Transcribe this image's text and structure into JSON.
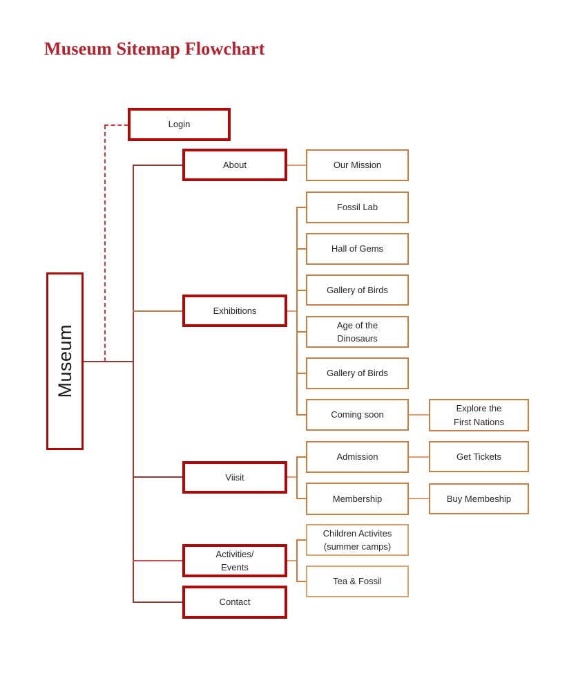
{
  "title": "Museum Sitemap Flowchart",
  "colors": {
    "title_red": "#b5202c",
    "node_red": "#c00000",
    "node_red_dark": "#7e1f1f",
    "node_orange": "#c97f43",
    "node_orange_light": "#d6a272",
    "line_maroon": "#8e3a36",
    "line_trunk": "#a63a32",
    "line_red": "#c0504d",
    "line_brown": "#b97a47",
    "line_orange": "#cc7a3c",
    "line_salmon": "#e29b70",
    "dashed_red": "#cf3a3a"
  },
  "nodes": {
    "museum": {
      "label": "Museum"
    },
    "login": {
      "label": "Login"
    },
    "about": {
      "label": "About"
    },
    "our_mission": {
      "label": "Our Mission"
    },
    "exhibitions": {
      "label": "Exhibitions"
    },
    "fossil_lab": {
      "label": "Fossil Lab"
    },
    "hall_of_gems": {
      "label": "Hall of Gems"
    },
    "gallery_of_birds_1": {
      "label": "Gallery of Birds"
    },
    "age_of_the_dinosaurs": {
      "label": "Age of the\nDinosaurs"
    },
    "gallery_of_birds_2": {
      "label": "Gallery of Birds"
    },
    "coming_soon": {
      "label": "Coming soon"
    },
    "explore_first_nations": {
      "label": "Explore the\nFirst Nations"
    },
    "viisit": {
      "label": "Viisit"
    },
    "admission": {
      "label": "Admission"
    },
    "get_tickets": {
      "label": "Get Tickets"
    },
    "membership": {
      "label": "Membership"
    },
    "buy_membeship": {
      "label": "Buy Membeship"
    },
    "activities_events": {
      "label": "Activities/\nEvents"
    },
    "children_activites": {
      "label": "Children Activites\n(summer camps)"
    },
    "tea_fossil": {
      "label": "Tea & Fossil"
    },
    "contact": {
      "label": "Contact"
    }
  }
}
